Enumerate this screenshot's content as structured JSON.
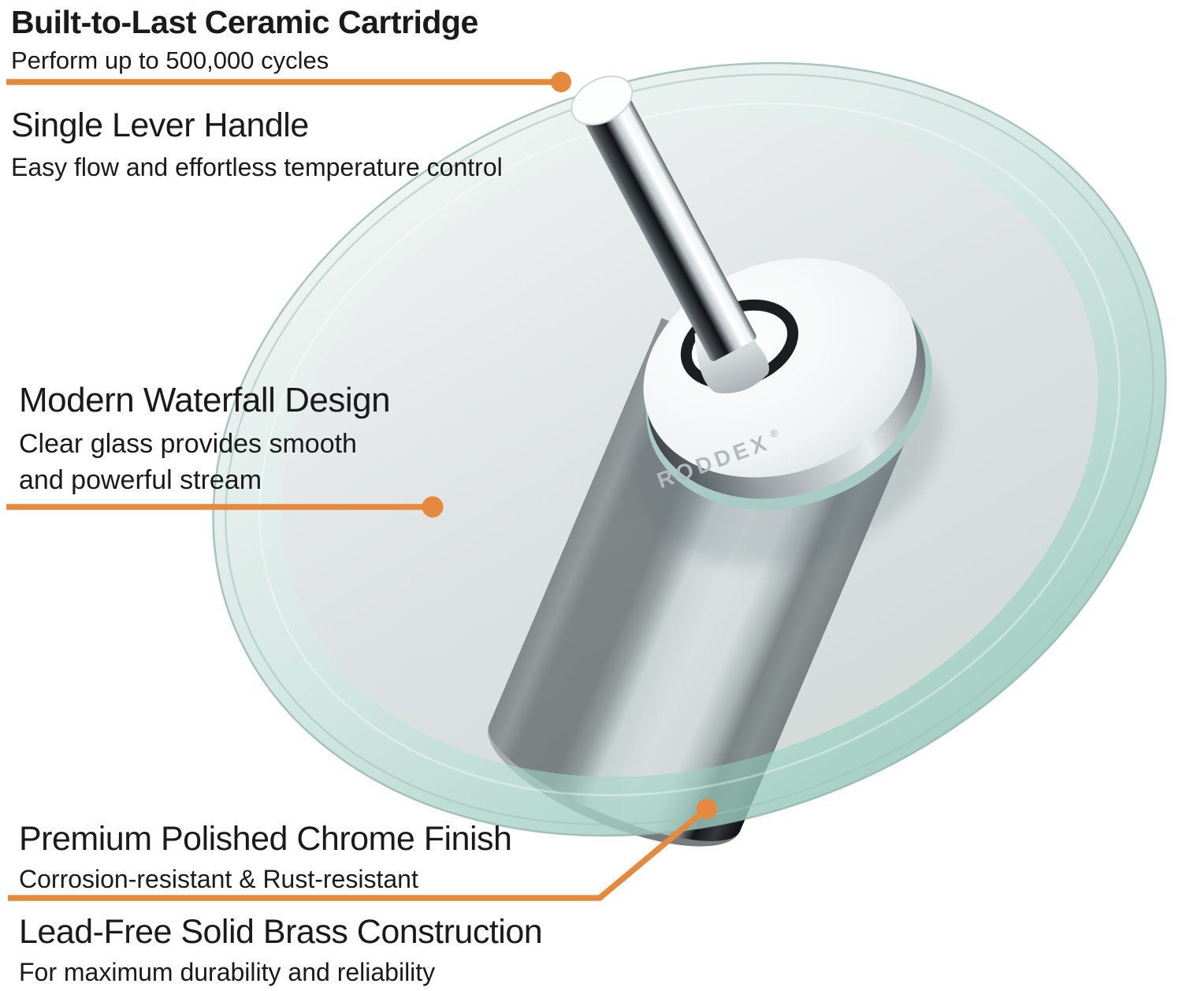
{
  "colors": {
    "accent_orange": "#E5893E",
    "text": "#1A1A1A",
    "background": "#FFFFFF",
    "glass_rim_teal": "#AED4CA",
    "glass_inner_gray": "#C9D0D2",
    "chrome_dark": "#17191B",
    "chrome_light": "#FFFFFF"
  },
  "callouts": [
    {
      "id": "ceramic-cartridge",
      "title": "Built-to-Last Ceramic Cartridge",
      "subtitle": "Perform up to 500,000 cycles"
    },
    {
      "id": "lever-handle",
      "title": "Single Lever Handle",
      "subtitle": "Easy flow and effortless temperature control"
    },
    {
      "id": "waterfall-design",
      "title": "Modern Waterfall Design",
      "subtitle_line1": "Clear glass provides smooth",
      "subtitle_line2": "and powerful stream"
    },
    {
      "id": "chrome-finish",
      "title": "Premium Polished Chrome Finish",
      "subtitle": "Corrosion-resistant & Rust-resistant"
    },
    {
      "id": "brass-construction",
      "title": "Lead-Free Solid Brass Construction",
      "subtitle": "For maximum durability and reliability"
    }
  ],
  "product": {
    "brand_engraving": "RODDEX",
    "brand_mark": "®"
  }
}
